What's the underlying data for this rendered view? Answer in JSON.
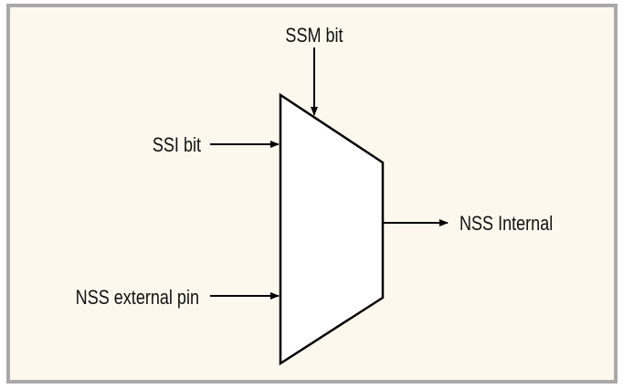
{
  "diagram": {
    "inputs": {
      "ssm": "SSM bit",
      "ssi": "SSI bit",
      "nss_external": "NSS external pin"
    },
    "output": "NSS Internal"
  },
  "colors": {
    "background": "#fdf8ed",
    "frame": "#a9a9a9",
    "mux_fill": "#ffffff",
    "stroke": "#000000"
  }
}
